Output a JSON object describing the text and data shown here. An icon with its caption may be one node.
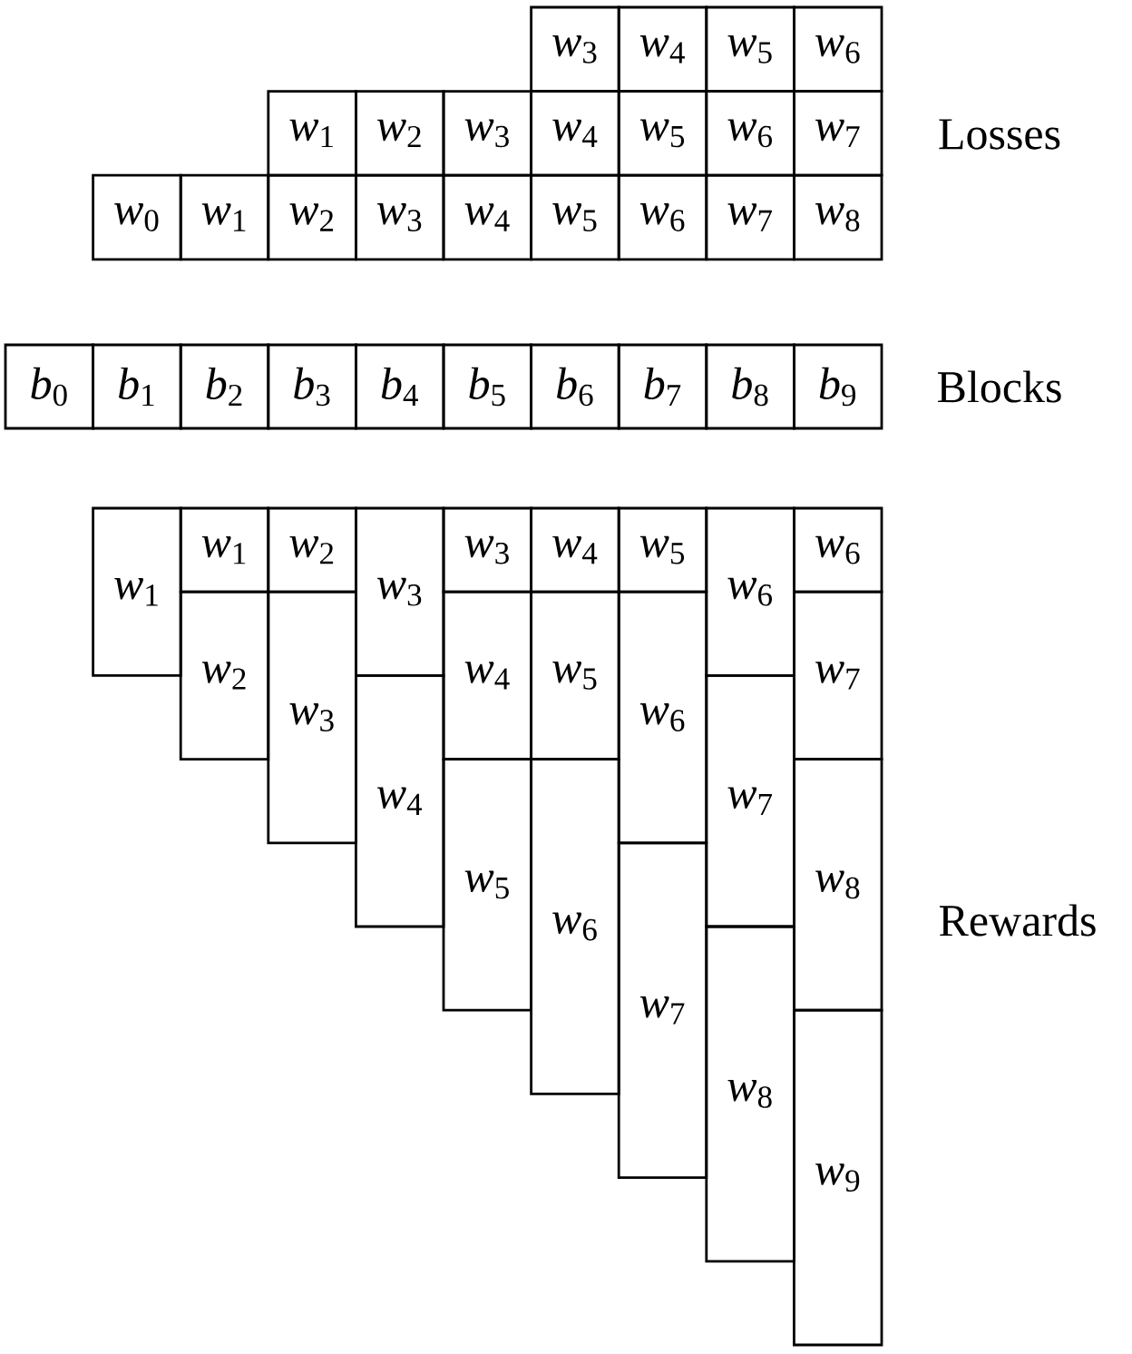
{
  "diagram": {
    "nodes": [
      {
        "text": [
          "*w*$_{3}$"
        ]
      },
      {
        "text": [
          "*w*$_{4}$"
        ]
      },
      {
        "text": [
          "*w*$_{5}$"
        ]
      },
      {
        "text": [
          "*w*$_{6}$"
        ]
      },
      {
        "text": [
          "*w*$_{1}$"
        ]
      },
      {
        "text": [
          "*w*$_{2}$"
        ]
      },
      {
        "text": [
          "*w*$_{3}$"
        ]
      },
      {
        "text": [
          "*w*$_{4}$"
        ]
      },
      {
        "text": [
          "*w*$_{5}$"
        ]
      },
      {
        "text": [
          "*w*$_{6}$"
        ]
      },
      {
        "text": [
          "*w*$_{7}$"
        ]
      },
      {
        "text": [
          "*w*$_{0}$"
        ]
      },
      {
        "text": [
          "*w*$_{1}$"
        ]
      },
      {
        "text": [
          "*w*$_{2}$"
        ]
      },
      {
        "text": [
          "*w*$_{3}$"
        ]
      },
      {
        "text": [
          "*w*$_{4}$"
        ]
      },
      {
        "text": [
          "*w*$_{5}$"
        ]
      },
      {
        "text": [
          "*w*$_{6}$"
        ]
      },
      {
        "text": [
          "*w*$_{7}$"
        ]
      },
      {
        "text": [
          "*w*$_{8}$"
        ]
      },
      {
        "text": [
          "*b*$_{0}$"
        ]
      },
      {
        "text": [
          "*b*$_{1}$"
        ]
      },
      {
        "text": [
          "*b*$_{2}$"
        ]
      },
      {
        "text": [
          "*b*$_{3}$"
        ]
      },
      {
        "text": [
          "*b*$_{4}$"
        ]
      },
      {
        "text": [
          "*b*$_{5}$"
        ]
      },
      {
        "text": [
          "*b*$_{6}$"
        ]
      },
      {
        "text": [
          "*b*$_{7}$"
        ]
      },
      {
        "text": [
          "*b*$_{8}$"
        ]
      },
      {
        "text": [
          "*b*$_{9}$"
        ]
      },
      {
        "text": [
          "*w*$_{1}$"
        ]
      },
      {
        "text": [
          "*w*$_{1}$"
        ]
      },
      {
        "text": [
          "*w*$_{2}$"
        ]
      },
      {
        "text": [
          "*w*$_{2}$"
        ]
      },
      {
        "text": [
          "*w*$_{3}$"
        ]
      },
      {
        "text": [
          "*w*$_{3}$"
        ]
      },
      {
        "text": [
          "*w*$_{4}$"
        ]
      },
      {
        "text": [
          "*w*$_{3}$"
        ]
      },
      {
        "text": [
          "*w*$_{4}$"
        ]
      },
      {
        "text": [
          "*w*$_{5}$"
        ]
      },
      {
        "text": [
          "*w*$_{4}$"
        ]
      },
      {
        "text": [
          "*w*$_{5}$"
        ]
      },
      {
        "text": [
          "*w*$_{6}$"
        ]
      },
      {
        "text": [
          "*w*$_{5}$"
        ]
      },
      {
        "text": [
          "*w*$_{6}$"
        ]
      },
      {
        "text": [
          "*w*$_{7}$"
        ]
      },
      {
        "text": [
          "*w*$_{6}$"
        ]
      },
      {
        "text": [
          "*w*$_{7}$"
        ]
      },
      {
        "text": [
          "*w*$_{8}$"
        ]
      },
      {
        "text": [
          "*w*$_{6}$"
        ]
      },
      {
        "text": [
          "*w*$_{7}$"
        ]
      },
      {
        "text": [
          "*w*$_{8}$"
        ]
      },
      {
        "text": [
          "*w*$_{9}$"
        ]
      }
    ],
    "labels": [
      "Losses",
      "Blocks",
      "Rewards"
    ]
  }
}
